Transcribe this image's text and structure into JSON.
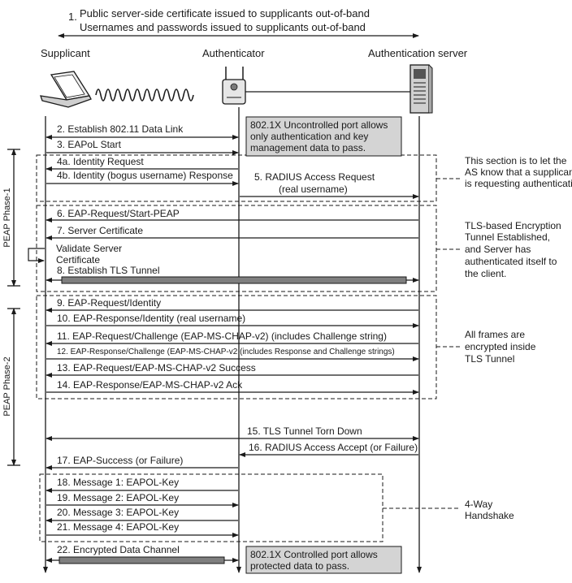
{
  "header": {
    "step_number": "1.",
    "line1": "Public server-side certificate issued to supplicants out-of-band",
    "line2": "Usernames and passwords issued to supplicants out-of-band"
  },
  "actors": {
    "supplicant": "Supplicant",
    "authenticator": "Authenticator",
    "server": "Authentication server"
  },
  "phases": {
    "phase1": "PEAP Phase-1",
    "phase2": "PEAP Phase-2"
  },
  "notes": {
    "uncontrolled": [
      "802.1X Uncontrolled port allows",
      "only authentication and key",
      "management data to pass."
    ],
    "controlled": [
      "802.1X Controlled port allows",
      "protected data to pass."
    ],
    "section_as": [
      "This section is to let the",
      "AS know that a supplicant",
      "is requesting authentication"
    ],
    "tls_established": [
      "TLS-based Encryption",
      "Tunnel Established,",
      "and Server has",
      "authenticated itself to",
      "the client."
    ],
    "encrypted": [
      "All frames are",
      "encrypted inside",
      "TLS Tunnel"
    ],
    "handshake": [
      "4-Way",
      "Handshake"
    ],
    "validate": [
      "Validate Server",
      "Certificate"
    ]
  },
  "messages": {
    "m2": "2. Establish 802.11 Data Link",
    "m3": "3. EAPoL Start",
    "m4a": "4a. Identity Request",
    "m4b": "4b. Identity (bogus username) Response",
    "m5a": "5. RADIUS Access Request",
    "m5b": "(real username)",
    "m6": "6. EAP-Request/Start-PEAP",
    "m7": "7. Server Certificate",
    "m8": "8. Establish TLS Tunnel",
    "m9": "9. EAP-Request/Identity",
    "m10": "10. EAP-Response/Identity (real username)",
    "m11": "11. EAP-Request/Challenge (EAP-MS-CHAP-v2) (includes Challenge string)",
    "m12": "12. EAP-Response/Challenge (EAP-MS-CHAP-v2 (includes Response and Challenge strings)",
    "m13": "13. EAP-Request/EAP-MS-CHAP-v2 Success",
    "m14": "14. EAP-Response/EAP-MS-CHAP-v2 Ack",
    "m15": "15. TLS Tunnel Torn Down",
    "m16": "16. RADIUS Access Accept (or Failure)",
    "m17": "17. EAP-Success (or Failure)",
    "m18": "18. Message 1: EAPOL-Key",
    "m19": "19. Message 2: EAPOL-Key",
    "m20": "20. Message 3: EAPOL-Key",
    "m21": "21. Message 4: EAPOL-Key",
    "m22": "22. Encrypted Data Channel"
  },
  "colors": {
    "note_fill": "#d4d4d4",
    "tunnel_fill": "#7f7f7f",
    "ink": "#1a1a1a"
  }
}
